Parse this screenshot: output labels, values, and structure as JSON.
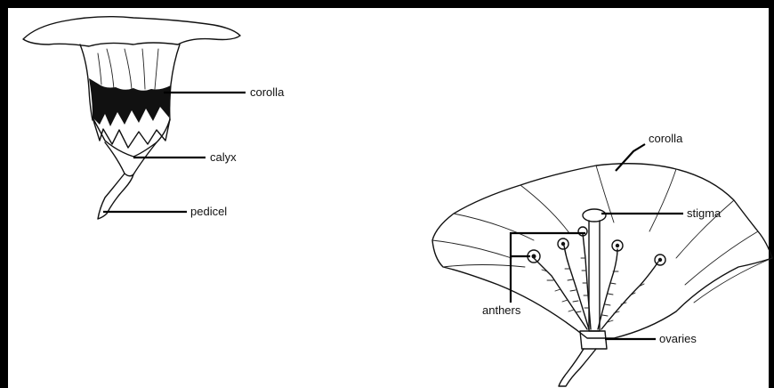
{
  "left_flower": {
    "labels": {
      "corolla": "corolla",
      "calyx": "calyx",
      "pedicel": "pedicel"
    }
  },
  "right_flower": {
    "labels": {
      "corolla": "corolla",
      "stigma": "stigma",
      "anthers": "anthers",
      "ovaries": "ovaries"
    }
  }
}
